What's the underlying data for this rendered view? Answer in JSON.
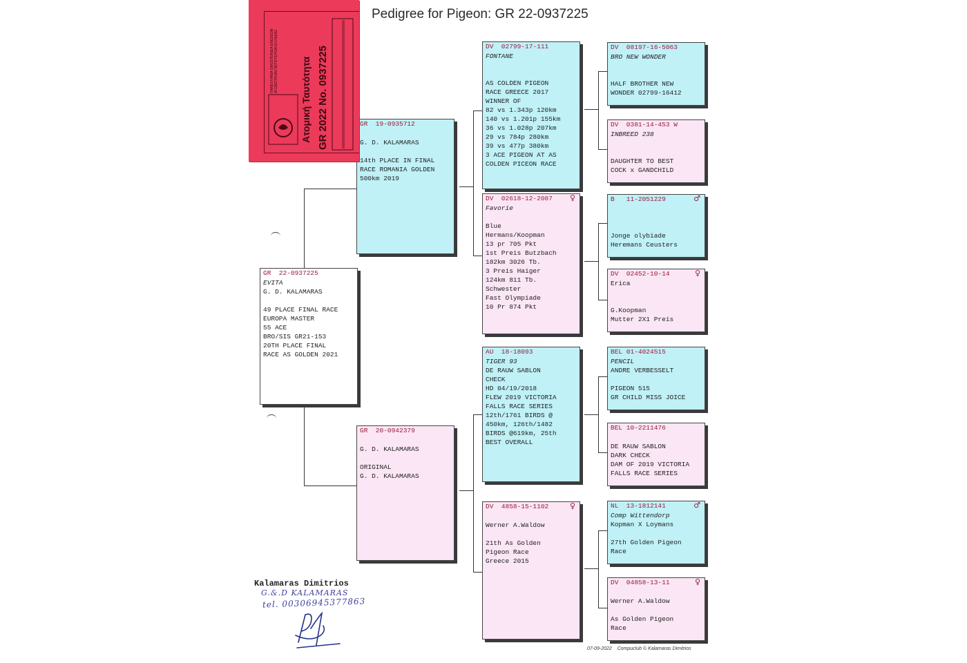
{
  "title": "Pedigree for Pigeon: GR  22-0937225",
  "id_card": {
    "line1": "Ατομική Ταυτότητα",
    "line2": "GR 2022  No. 0937225",
    "org": "ΠΑΝΕΛΛΗΝΙΑ ΟΜΟΣΠΟΝΔΙΑ ΕΝΩΣΕΩΝ ΑΓΩΝΙΣΤΙΚΩΝ ΠΕΡΙΣΤΕΡΙΩΝ ΕΛΛΑΔΑΣ"
  },
  "subject": {
    "header": "GR  22-0937225",
    "lines": [
      "EVITA",
      "G. D. KALAMARAS",
      "",
      "49 PLACE FINAL RACE",
      "EUROPA MASTER",
      "55 ACE",
      "BRO/SIS GR21-153",
      "20TH PLACE FINAL",
      "RACE AS GOLDEN 2021"
    ]
  },
  "sire": {
    "header": "GR  19-0935712",
    "lines": [
      "",
      "G. D. KALAMARAS",
      "",
      "14th PLACE IN FINAL",
      "RACE ROMANIA GOLDEN",
      "500km 2019"
    ]
  },
  "dam": {
    "header": "GR  20-0942379",
    "lines": [
      "",
      "G. D. KALAMARAS",
      "",
      "ORIGINAL",
      "G. D. KALAMARAS"
    ]
  },
  "ss": {
    "header": "DV  02799-17-111",
    "lines": [
      "FONTANE",
      "",
      "",
      "AS COLDEN PIGEON",
      "RACE GREECE 2017",
      "WINNER OF",
      "82 vs 1.343p 120km",
      "140 vs 1.201p 155km",
      "36 vs 1.028p 207km",
      "29 vs 784p 280km",
      "39 vs 477p 380km",
      "3 ACE PIGEON AT AS",
      "COLDEN PICEON RACE"
    ]
  },
  "sd": {
    "header": "DV  02618-12-2087",
    "sex": "♀",
    "lines": [
      "Favorie",
      "",
      "Blue",
      "Hermans/Koopman",
      "13 pr 705 Pkt",
      "1st Preis Butzbach",
      "182km 3026 Tb.",
      "3 Preis Haiger",
      "124km 811 Tb.",
      "Schwester",
      "Fast Olympiade",
      "10 Pr 874 Pkt"
    ]
  },
  "ds": {
    "header": "AU  18-18093",
    "lines": [
      "TIGER 93",
      "DE RAUW SABLON",
      "CHECK",
      "HD 04/19/2018",
      "FLEW 2019 VICTORIA",
      "FALLS RACE SERIES",
      "12th/1761 BIRDS @",
      "450km, 126th/1482",
      "BIRDS @619km, 25th",
      "BEST OVERALL"
    ]
  },
  "dd": {
    "header": "DV  4858-15-1102",
    "sex": "♀",
    "lines": [
      "",
      "Werner A.Waldow",
      "",
      "21th As Golden",
      "Pigeon Race",
      "Greece 2015"
    ]
  },
  "sss": {
    "header": "DV  08197-16-5063",
    "lines": [
      "BRO NEW WONDER",
      "",
      "",
      "HALF BROTHER NEW",
      "WONDER 02799-16412"
    ]
  },
  "ssd": {
    "header": "DV  0381-14-453 W",
    "lines": [
      "INBREED 238",
      "",
      "",
      "DAUGHTER TO BEST",
      "COCK x GANDCHILD"
    ]
  },
  "sds": {
    "header": "B   11-2051229",
    "sex": "♂",
    "lines": [
      "",
      "",
      "Jonge olybiade",
      "Heremans Ceusters"
    ]
  },
  "sdd": {
    "header": "DV  02452-10-14",
    "sex": "♀",
    "lines": [
      "Erica",
      "",
      "",
      "G.Koopman",
      "Mutter 2X1 Preis"
    ]
  },
  "dss": {
    "header": "BEL 01-4024515",
    "lines": [
      "PENCIL",
      "ANDRE VERBESSELT",
      "",
      "PIGEON 515",
      "GR CHILD MISS JOICE"
    ]
  },
  "dsd": {
    "header": "BEL 10-2211476",
    "lines": [
      "",
      "DE RAUW SABLON",
      "DARK CHECK",
      "DAM OF 2019 VICTORIA",
      "FALLS RACE SERIES"
    ]
  },
  "dds": {
    "header": "NL  13-1812141",
    "sex": "♂",
    "lines": [
      "Comp Wittendorp",
      "Kopman X Loymans",
      "",
      "27th Golden Pigeon",
      "Race"
    ]
  },
  "ddd": {
    "header": "DV  04858-13-11",
    "sex": "♀",
    "lines": [
      "",
      "Werner A.Waldow",
      "",
      "As Golden Pigeon",
      "Race"
    ]
  },
  "signature": {
    "name": "Kalamaras Dimitrios",
    "hand1": "G.&.D KALAMARAS",
    "hand2": "tel. 00306945377863"
  },
  "footer": "07-09-2022    Compuclub © Kalamaras Dimitrios"
}
